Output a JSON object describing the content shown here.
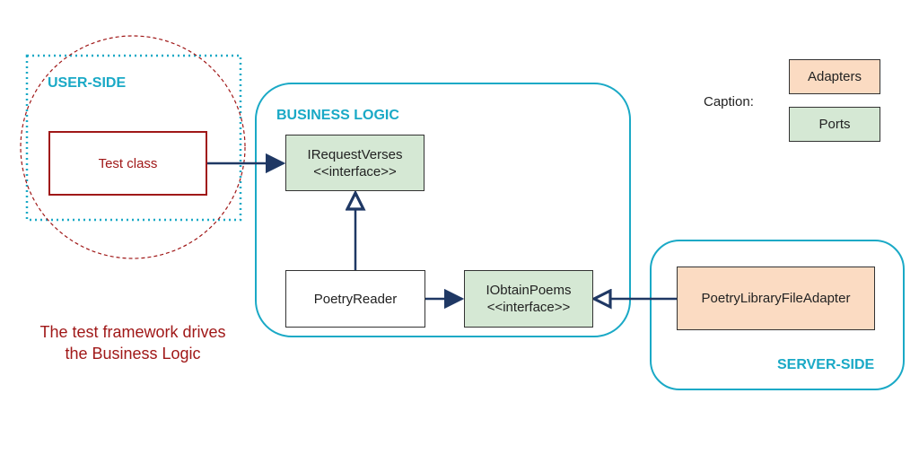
{
  "regions": {
    "user_side": "USER-SIDE",
    "business_logic": "BUSINESS LOGIC",
    "server_side": "SERVER-SIDE"
  },
  "nodes": {
    "test_class": "Test class",
    "irequest_verses": {
      "name": "IRequestVerses",
      "stereotype": "<<interface>>"
    },
    "iobtain_poems": {
      "name": "IObtainPoems",
      "stereotype": "<<interface>>"
    },
    "poetry_reader": "PoetryReader",
    "poetry_library_file_adapter": "PoetryLibraryFileAdapter"
  },
  "legend": {
    "caption": "Caption:",
    "adapters": "Adapters",
    "ports": "Ports"
  },
  "note": {
    "line1": "The test framework drives",
    "line2": "the Business Logic"
  },
  "colors": {
    "port_fill": "#d5e8d4",
    "adapter_fill": "#fbdbc2",
    "region_border": "#1aa9c6",
    "test_red": "#a01818",
    "arrow": "#1f3864"
  }
}
